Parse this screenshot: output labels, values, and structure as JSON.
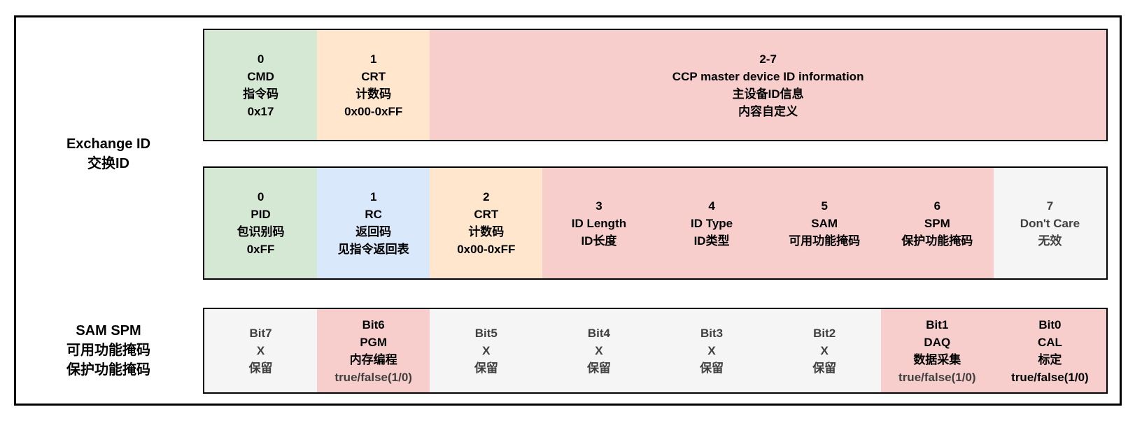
{
  "palette": {
    "green": "#d5e8d4",
    "orange": "#ffe6cc",
    "red": "#f8cecc",
    "blue": "#dae8fc",
    "gray": "#f5f5f5",
    "border": "#000000",
    "text": "#000000",
    "muted_text": "#404040",
    "background": "#ffffff"
  },
  "labels": {
    "exchange_id": {
      "lines": [
        "Exchange ID",
        "交换ID"
      ]
    },
    "sam_spm": {
      "lines": [
        "SAM SPM",
        "可用功能掩码",
        "保护功能掩码"
      ]
    }
  },
  "tables": [
    {
      "name": "exchange-id-command-frame",
      "cells": [
        {
          "color": "green",
          "span": 1,
          "lines": [
            "0",
            "CMD",
            "指令码",
            "0x17"
          ]
        },
        {
          "color": "orange",
          "span": 1,
          "lines": [
            "1",
            "CRT",
            "计数码",
            "0x00-0xFF"
          ]
        },
        {
          "color": "red",
          "span": 6,
          "lines": [
            "2-7",
            "CCP master device ID information",
            "主设备ID信息",
            "内容自定义"
          ]
        }
      ]
    },
    {
      "name": "exchange-id-response-frame",
      "cells": [
        {
          "color": "green",
          "span": 1,
          "lines": [
            "0",
            "PID",
            "包识别码",
            "0xFF"
          ]
        },
        {
          "color": "blue",
          "span": 1,
          "lines": [
            "1",
            "RC",
            "返回码",
            "见指令返回表"
          ]
        },
        {
          "color": "orange",
          "span": 1,
          "lines": [
            "2",
            "CRT",
            "计数码",
            "0x00-0xFF"
          ]
        },
        {
          "color": "red",
          "span": 1,
          "lines": [
            "3",
            "ID Length",
            "ID长度"
          ]
        },
        {
          "color": "red",
          "span": 1,
          "lines": [
            "4",
            "ID Type",
            "ID类型"
          ]
        },
        {
          "color": "red",
          "span": 1,
          "lines": [
            "5",
            "SAM",
            "可用功能掩码"
          ]
        },
        {
          "color": "red",
          "span": 1,
          "lines": [
            "6",
            "SPM",
            "保护功能掩码"
          ]
        },
        {
          "color": "gray",
          "span": 1,
          "lines": [
            "7",
            "Don't Care",
            "无效"
          ]
        }
      ]
    },
    {
      "name": "sam-spm-bitmask-frame",
      "cells": [
        {
          "color": "gray",
          "span": 1,
          "lines": [
            "Bit7",
            "X",
            "保留"
          ]
        },
        {
          "color": "red",
          "span": 1,
          "lines": [
            "Bit6",
            "PGM",
            "内存编程",
            {
              "text": "true/false(1/0)",
              "muted": true
            }
          ]
        },
        {
          "color": "gray",
          "span": 1,
          "lines": [
            "Bit5",
            "X",
            "保留"
          ]
        },
        {
          "color": "gray",
          "span": 1,
          "lines": [
            "Bit4",
            "X",
            "保留"
          ]
        },
        {
          "color": "gray",
          "span": 1,
          "lines": [
            "Bit3",
            "X",
            "保留"
          ]
        },
        {
          "color": "gray",
          "span": 1,
          "lines": [
            "Bit2",
            "X",
            "保留"
          ]
        },
        {
          "color": "red",
          "span": 1,
          "lines": [
            "Bit1",
            "DAQ",
            "数据采集",
            {
              "text": "true/false(1/0)",
              "muted": true
            }
          ]
        },
        {
          "color": "red",
          "span": 1,
          "lines": [
            "Bit0",
            "CAL",
            "标定",
            {
              "text": "true/false(1/0)",
              "muted": false
            }
          ]
        }
      ]
    }
  ]
}
